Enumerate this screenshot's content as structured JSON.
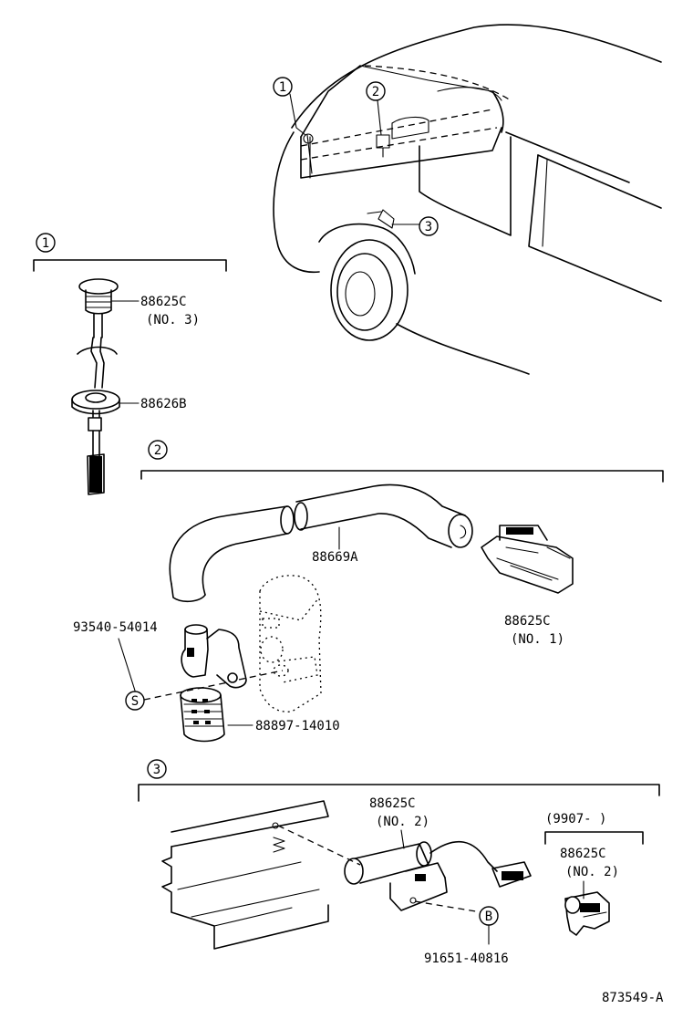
{
  "callouts": {
    "c1": "1",
    "c2": "2",
    "c3": "3",
    "s_symbol": "S",
    "b_symbol": "B"
  },
  "section1": {
    "number": "1",
    "part_a": "88625C",
    "part_a_note": "(NO. 3)",
    "part_b": "88626B"
  },
  "section2": {
    "number": "2",
    "hose": "88669A",
    "sensor": "88625C",
    "sensor_note": "(NO. 1)",
    "screw": "93540-54014",
    "filter": "88897-14010"
  },
  "section3": {
    "number": "3",
    "sensor": "88625C",
    "sensor_note": "(NO. 2)",
    "date_range": "(9907-       )",
    "alt_sensor": "88625C",
    "alt_sensor_note": "(NO. 2)",
    "bolt": "91651-40816"
  },
  "figure_id": "873549-A"
}
